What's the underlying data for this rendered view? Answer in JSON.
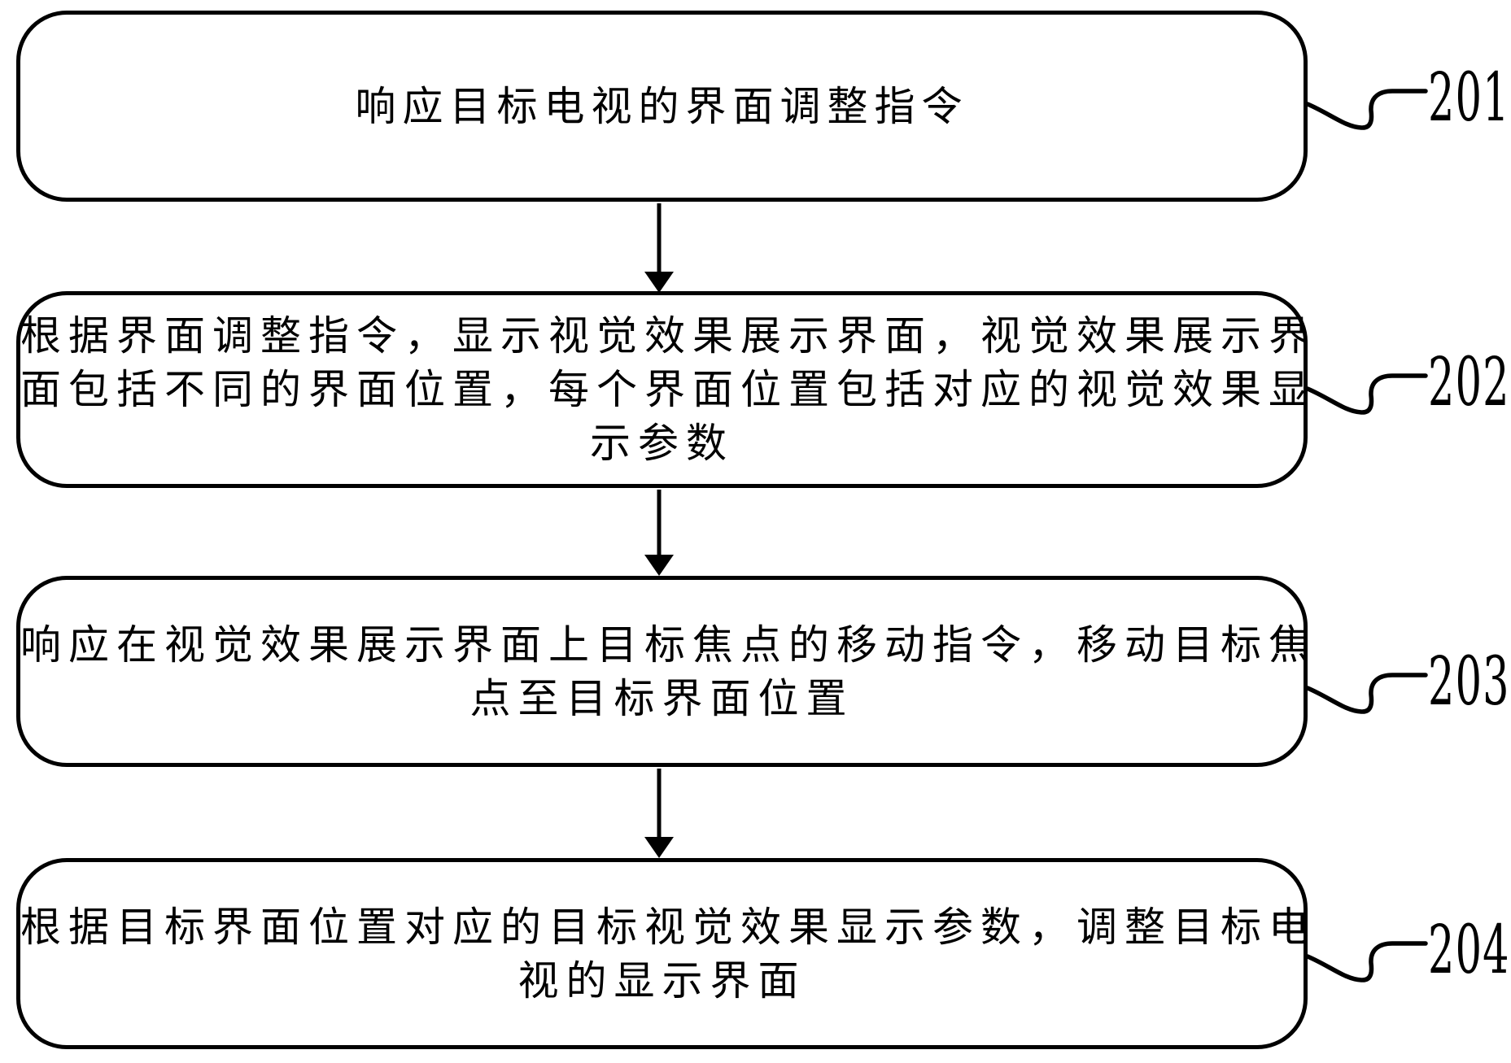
{
  "figure": {
    "background_color": "#ffffff",
    "ink_color": "#000000"
  },
  "boxes": [
    {
      "ref": "201",
      "text": "响应目标电视的界面调整指令",
      "lines": [
        "响应目标电视的界面调整指令"
      ]
    },
    {
      "ref": "202",
      "text": "根据界面调整指令，显示视觉效果展示界面，视觉效果展示界面包括不同的界面位置，每个界面位置包括对应的视觉效果显示参数",
      "lines": [
        "根据界面调整指令，显示视觉效果展示界面，视觉效果展示界",
        "面包括不同的界面位置，每个界面位置包括对应的视觉效果显",
        "示参数"
      ]
    },
    {
      "ref": "203",
      "text": "响应在视觉效果展示界面上目标焦点的移动指令，移动目标焦点至目标界面位置",
      "lines": [
        "响应在视觉效果展示界面上目标焦点的移动指令，移动目标焦",
        "点至目标界面位置"
      ]
    },
    {
      "ref": "204",
      "text": "根据目标界面位置对应的目标视觉效果显示参数，调整目标电视的显示界面",
      "lines": [
        "根据目标界面位置对应的目标视觉效果显示参数，调整目标电",
        "视的显示界面"
      ]
    }
  ]
}
